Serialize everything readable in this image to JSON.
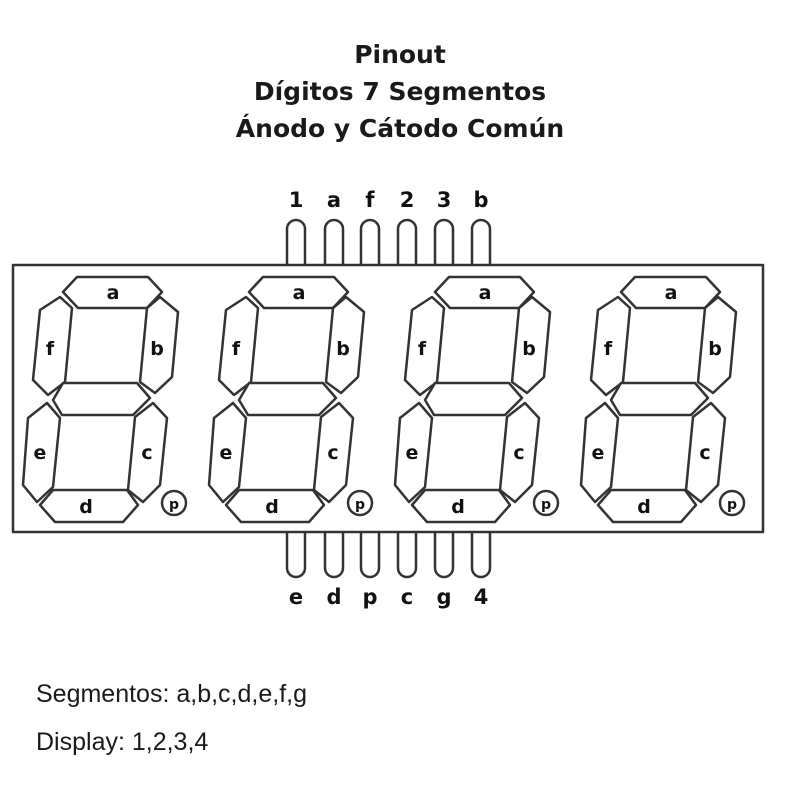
{
  "title": {
    "line1": "Pinout",
    "line2": "Dígitos 7 Segmentos",
    "line3": "Ánodo y Cátodo Común"
  },
  "digit_count": 4,
  "segment_labels": {
    "a": "a",
    "b": "b",
    "c": "c",
    "d": "d",
    "e": "e",
    "f": "f",
    "g": "",
    "p": "p"
  },
  "top_pins": [
    "1",
    "a",
    "f",
    "2",
    "3",
    "b"
  ],
  "bottom_pins": [
    "e",
    "d",
    "p",
    "c",
    "g",
    "4"
  ],
  "footer": {
    "segments": "Segmentos: a,b,c,d,e,f,g",
    "display": "Display: 1,2,3,4"
  }
}
